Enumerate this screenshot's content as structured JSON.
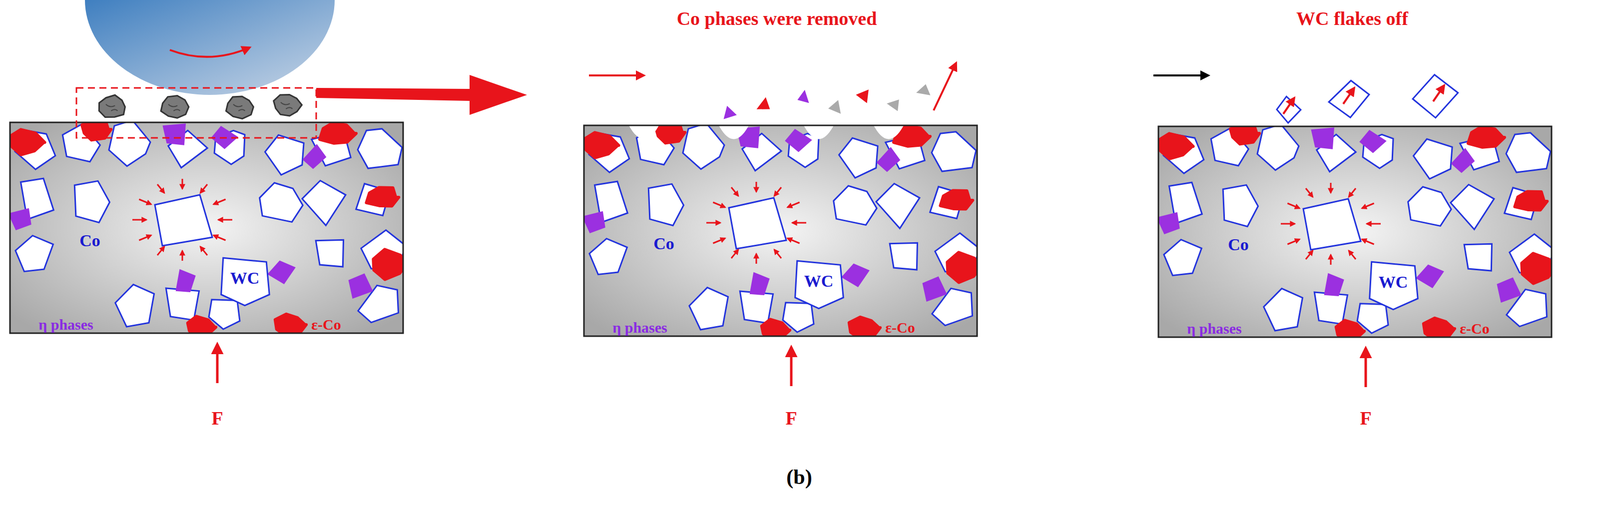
{
  "diagram": {
    "caption": "(b)",
    "labels": [
      "Co",
      "WC",
      "η phases",
      "ε-Co",
      "F",
      "Co phases were removed",
      "Co",
      "WC",
      "η phases",
      "ε-Co",
      "F",
      "WC flakes off",
      "Co",
      "WC",
      "η phases",
      "ε-Co",
      "F"
    ]
  }
}
